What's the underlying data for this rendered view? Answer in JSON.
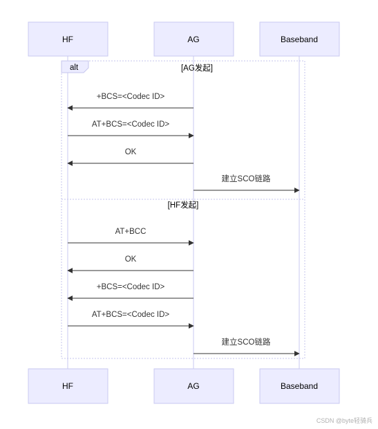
{
  "actors": [
    {
      "id": "hf",
      "label": "HF"
    },
    {
      "id": "ag",
      "label": "AG"
    },
    {
      "id": "bb",
      "label": "Baseband"
    }
  ],
  "alt_block": {
    "keyword": "alt",
    "sections": [
      {
        "label": "[AG发起]",
        "messages": [
          {
            "from": "ag",
            "to": "hf",
            "text": "+BCS=<Codec ID>"
          },
          {
            "from": "hf",
            "to": "ag",
            "text": "AT+BCS=<Codec ID>"
          },
          {
            "from": "ag",
            "to": "hf",
            "text": "OK"
          },
          {
            "from": "ag",
            "to": "bb",
            "text": "建立SCO链路"
          }
        ]
      },
      {
        "label": "[HF发起]",
        "messages": [
          {
            "from": "hf",
            "to": "ag",
            "text": "AT+BCC"
          },
          {
            "from": "ag",
            "to": "hf",
            "text": "OK"
          },
          {
            "from": "ag",
            "to": "hf",
            "text": "+BCS=<Codec ID>"
          },
          {
            "from": "hf",
            "to": "ag",
            "text": "AT+BCS=<Codec ID>"
          },
          {
            "from": "ag",
            "to": "bb",
            "text": "建立SCO链路"
          }
        ]
      }
    ]
  },
  "watermark": "CSDN @byte轻骑兵"
}
